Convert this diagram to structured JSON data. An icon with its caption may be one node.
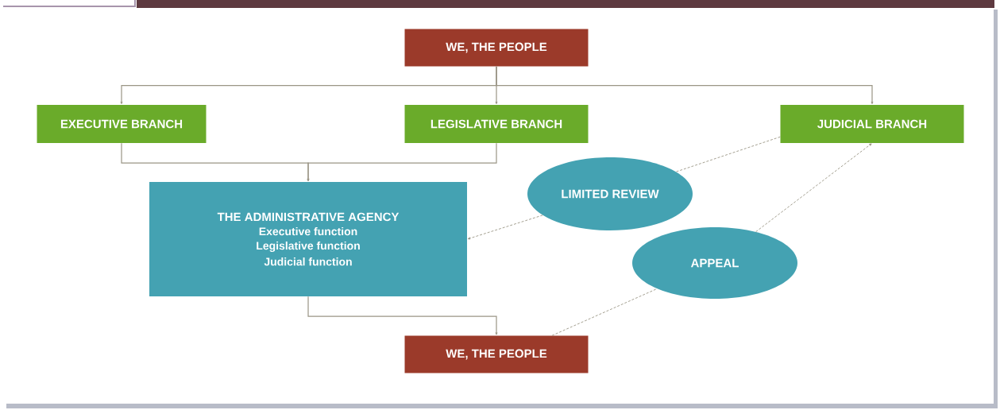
{
  "diagram": {
    "nodes": [
      {
        "text": [
          "WE, THE PEOPLE"
        ]
      },
      {
        "text": [
          "EXECUTIVE BRANCH"
        ]
      },
      {
        "text": [
          "LEGISLATIVE BRANCH"
        ]
      },
      {
        "text": [
          "JUDICIAL BRANCH"
        ]
      },
      {
        "text": [
          "THE ADMINISTRATIVE AGENCY",
          "Executive function",
          "Legislative function",
          "Judicial function"
        ]
      },
      {
        "text": [
          "LIMITED REVIEW"
        ]
      },
      {
        "text": [
          "APPEAL"
        ]
      },
      {
        "text": [
          "WE, THE PEOPLE"
        ]
      }
    ],
    "edges": [
      {
        "from": 0,
        "to": 1,
        "arrow": "to"
      },
      {
        "from": 0,
        "to": 2,
        "arrow": "to"
      },
      {
        "from": 0,
        "to": 3,
        "arrow": "to"
      },
      {
        "from": 1,
        "to": 4,
        "arrow": "to"
      },
      {
        "from": 2,
        "to": 4,
        "arrow": "to"
      },
      {
        "from": 4,
        "to": 7,
        "arrow": "to"
      },
      {
        "from": 3,
        "to": 5,
        "arrow": "none",
        "style": "dashed"
      },
      {
        "from": 5,
        "to": 4,
        "arrow": "to",
        "style": "dashed"
      },
      {
        "from": 7,
        "to": 6,
        "arrow": "none",
        "style": "dashed"
      },
      {
        "from": 6,
        "to": 3,
        "arrow": "to",
        "style": "dashed"
      }
    ]
  }
}
